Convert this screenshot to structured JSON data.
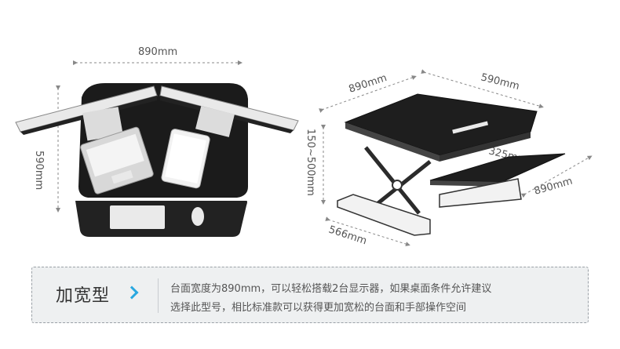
{
  "dimensions": {
    "top_width": "890mm",
    "top_depth": "590mm",
    "side_width": "890mm",
    "side_depth": "590mm",
    "height_range": "150~500mm",
    "keyboard_depth": "325mm",
    "keyboard_width": "890mm",
    "base_depth": "566mm"
  },
  "info": {
    "title": "加宽型",
    "line1": "台面宽度为890mm，可以轻松搭载2台显示器，如果桌面条件允许建议",
    "line2": "选择此型号，相比标准款可以获得更加宽松的台面和手部操作空间"
  },
  "colors": {
    "accent": "#2aa8e0",
    "desk": "#1c1c1c",
    "panel_bg": "#eef0f1"
  }
}
